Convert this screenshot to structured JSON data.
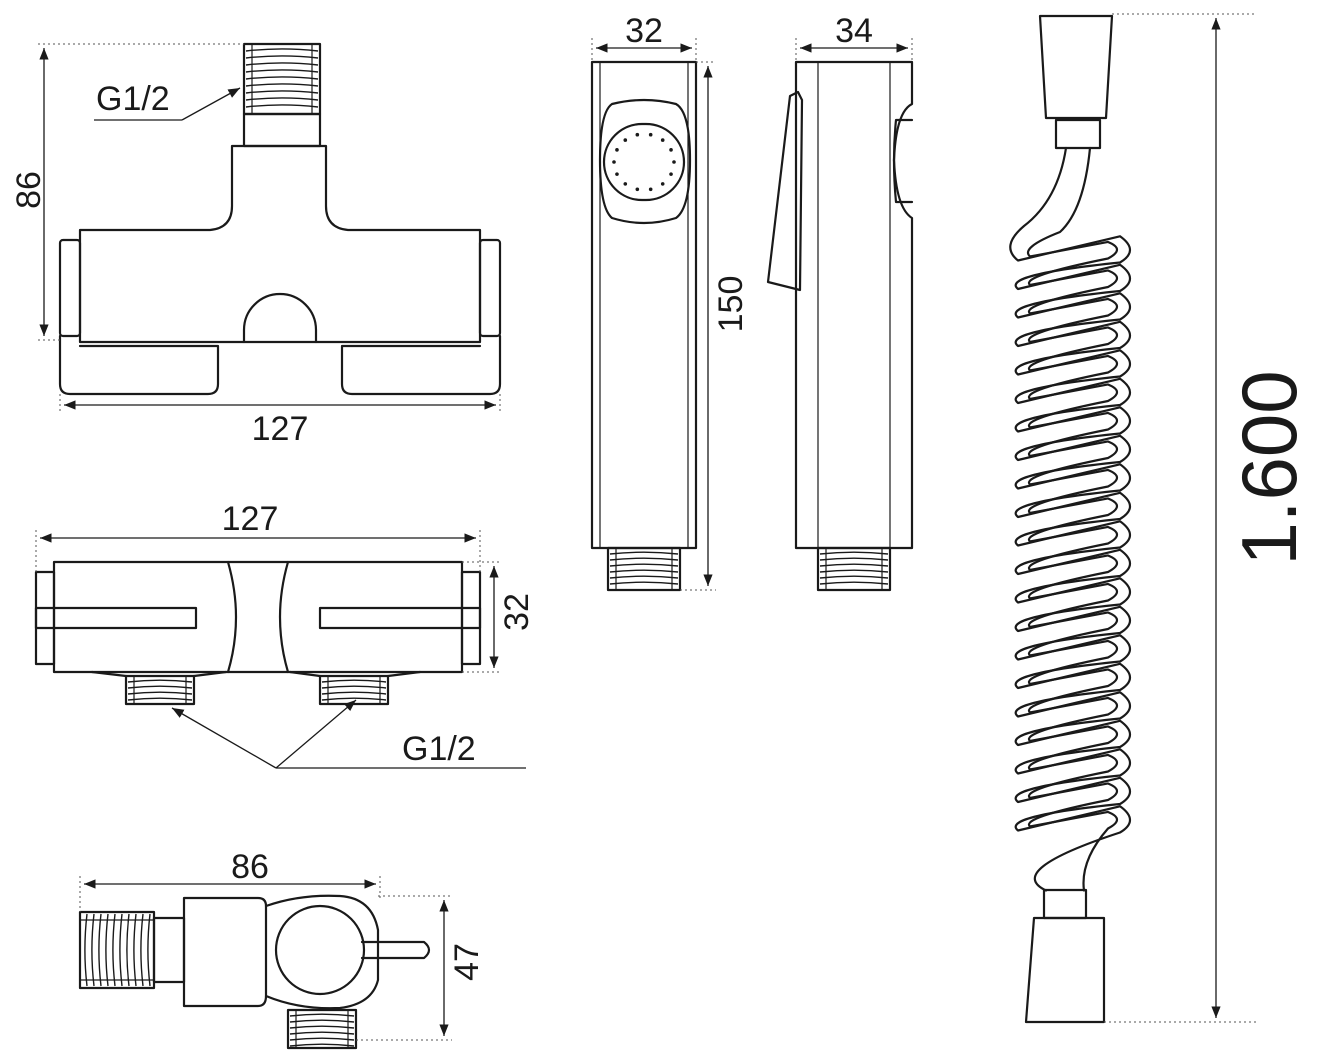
{
  "dimensions": {
    "mixer_front_height": "86",
    "mixer_front_width": "127",
    "mixer_top_width": "127",
    "mixer_top_depth": "32",
    "mixer_side_length": "86",
    "mixer_side_height": "47",
    "handshower_front_width": "32",
    "handshower_side_width": "34",
    "handshower_length": "150",
    "hose_length": "1.600"
  },
  "thread_labels": {
    "top": "G1/2",
    "bottom": "G1/2"
  }
}
